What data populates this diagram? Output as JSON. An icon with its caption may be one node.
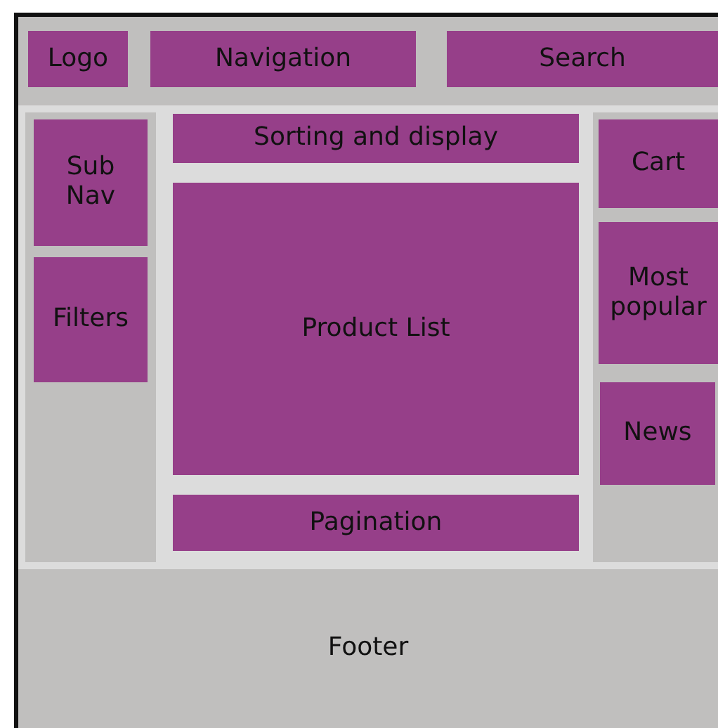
{
  "diagram": {
    "nodes": [
      {
        "text": [],
        "shape": "box"
      },
      {
        "text": [
          "Logo"
        ],
        "in": 0
      },
      {
        "text": [
          "Navigation"
        ],
        "in": 0
      },
      {
        "text": [
          "Search"
        ],
        "in": 0
      },
      {
        "text": [],
        "shape": "box"
      },
      {
        "text": [
          "Sub Nav"
        ],
        "in": 4
      },
      {
        "text": [
          "Filters"
        ],
        "in": 4
      },
      {
        "text": [
          "Sorting and display"
        ]
      },
      {
        "text": [
          "Product List"
        ]
      },
      {
        "text": [
          "Pagination"
        ]
      },
      {
        "text": [],
        "shape": "box"
      },
      {
        "text": [
          "Cart"
        ],
        "in": 10
      },
      {
        "text": [
          "Most popular"
        ],
        "in": 10
      },
      {
        "text": [
          "News"
        ],
        "in": 10
      },
      {
        "text": [
          "Footer"
        ]
      }
    ]
  }
}
